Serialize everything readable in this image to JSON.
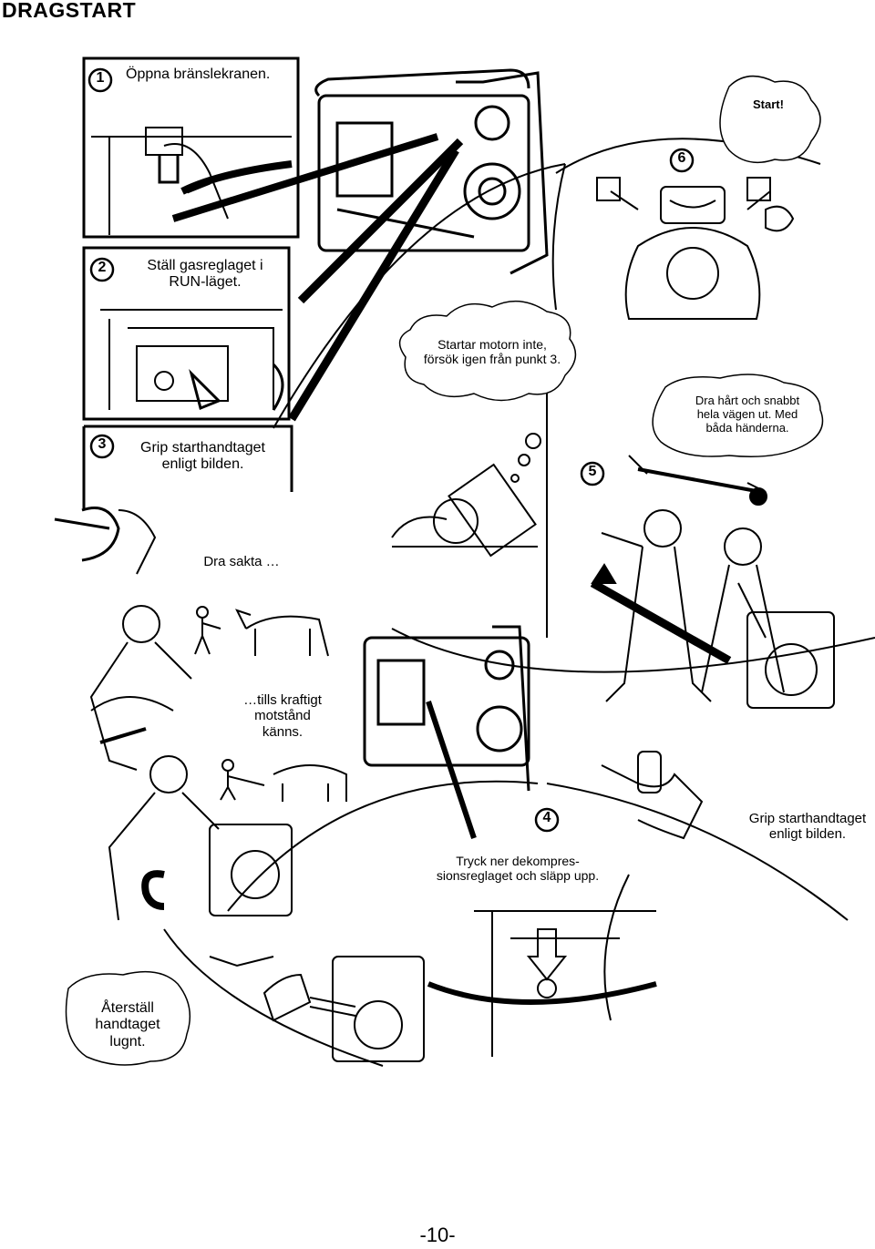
{
  "page": {
    "title": "DRAGSTART",
    "page_number": "-10-"
  },
  "steps": [
    {
      "number": "1",
      "caption": "Öppna bränslekranen."
    },
    {
      "number": "2",
      "caption_line1": "Ställ gasreglaget i",
      "caption_line2": "RUN-läget."
    },
    {
      "number": "3",
      "caption_line1": "Grip starthandtaget",
      "caption_line2": "enligt bilden."
    },
    {
      "number": "4",
      "caption_line1": "Tryck ner dekompres-",
      "caption_line2": "sionsreglaget och släpp upp."
    },
    {
      "number": "5",
      "caption_line1": "Dra hårt och snabbt",
      "caption_line2": "hela vägen ut. Med",
      "caption_line3": "båda händerna."
    },
    {
      "number": "6",
      "bubble": "Start!"
    }
  ],
  "callouts": {
    "retry_line1": "Startar motorn inte,",
    "retry_line2": "försök igen från punkt 3.",
    "pull_slowly": "Dra sakta …",
    "resistance_line1": "…tills kraftigt",
    "resistance_line2": "motstånd",
    "resistance_line3": "känns.",
    "grip_right_line1": "Grip starthandtaget",
    "grip_right_line2": "enligt bilden.",
    "reset_line1": "Återställ",
    "reset_line2": "handtaget",
    "reset_line3": "lugnt."
  }
}
